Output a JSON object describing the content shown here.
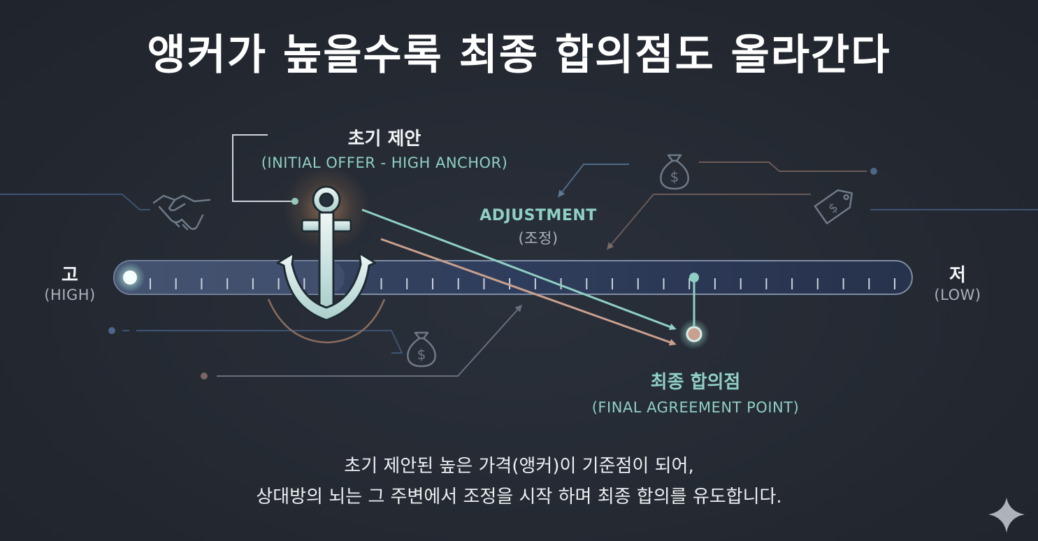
{
  "title": "앵커가 높을수록 최종 합의점도 올라간다",
  "scale": {
    "high_ko": "고",
    "high_en": "(HIGH)",
    "low_ko": "저",
    "low_en": "(LOW)"
  },
  "initial_offer": {
    "ko": "초기 제안",
    "en": "(INITIAL OFFER - HIGH ANCHOR)"
  },
  "adjustment": {
    "en": "ADJUSTMENT",
    "ko": "(조정)"
  },
  "final_point": {
    "ko": "최종 합의점",
    "en": "(FINAL AGREEMENT POINT)"
  },
  "caption": {
    "line1": "초기 제안된 높은 가격(앵커)이 기준점이 되어,",
    "line2": "상대방의 뇌는 그 주변에서 조정을 시작 하며 최종 합의를 유도합니다."
  },
  "icons": [
    "handshake-icon",
    "money-bag-icon",
    "price-tag-icon",
    "anchor-icon",
    "sparkle-icon"
  ],
  "colors": {
    "background": "#232831",
    "teal": "#8fd0c4",
    "peach": "#c9a08e",
    "track": "#2c3a55"
  }
}
